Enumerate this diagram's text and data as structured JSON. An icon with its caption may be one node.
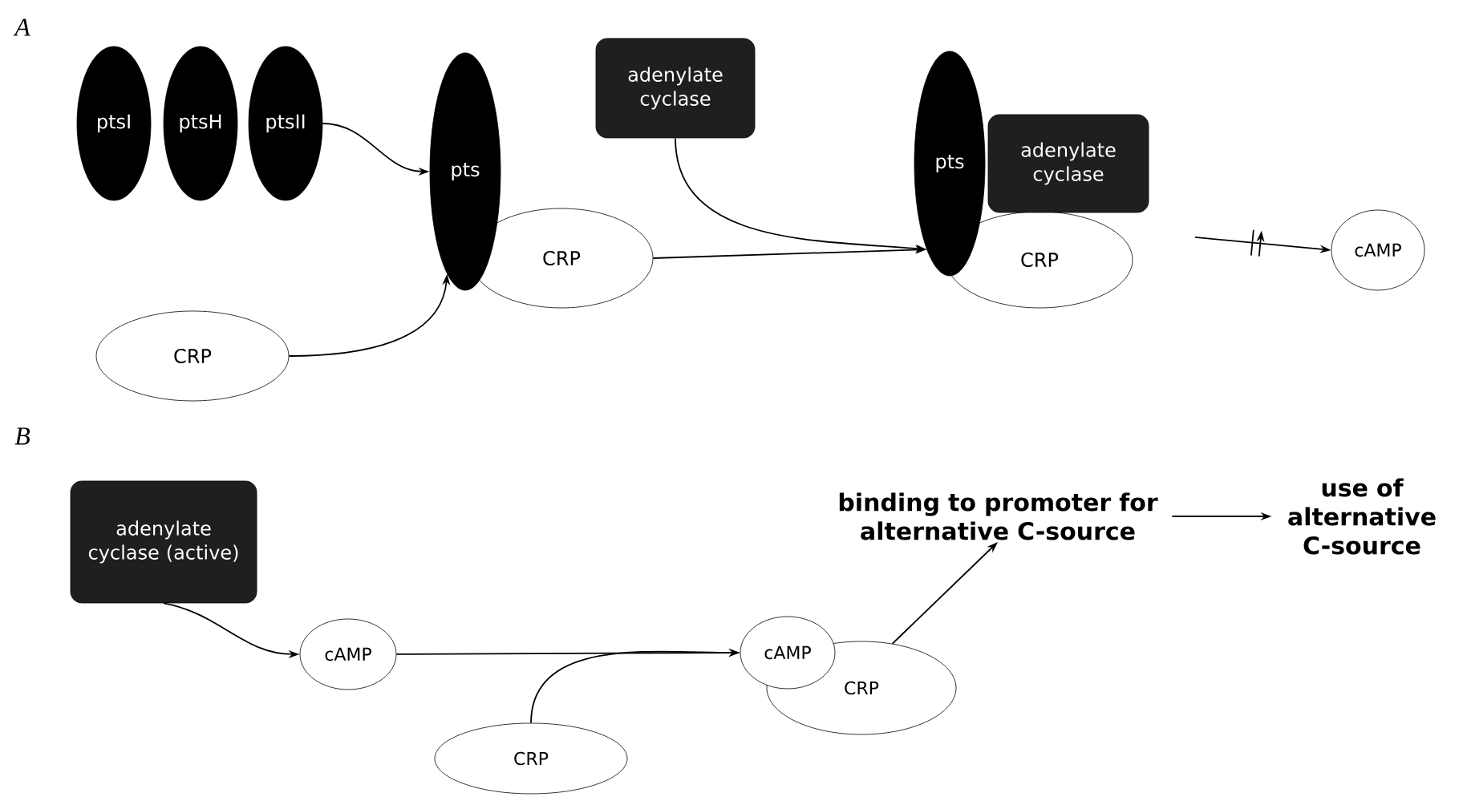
{
  "diagram": {
    "nodes": [
      {
        "text": [
          "ptsI"
        ]
      },
      {
        "text": [
          "ptsH"
        ]
      },
      {
        "text": [
          "ptsII"
        ]
      },
      {
        "text": [
          "pts"
        ]
      },
      {
        "text": [
          "CRP"
        ]
      },
      {
        "text": [
          "CRP"
        ]
      },
      {
        "text": [
          "adenylate cyclase"
        ]
      },
      {
        "text": [
          "pts"
        ]
      },
      {
        "text": [
          "adenylate cyclase"
        ]
      },
      {
        "text": [
          "CRP"
        ]
      },
      {
        "text": [
          "cAMP"
        ]
      },
      {
        "text": [
          "adenylate cyclase (active)"
        ]
      },
      {
        "text": [
          "cAMP"
        ]
      },
      {
        "text": [
          "cAMP"
        ]
      },
      {
        "text": [
          "CRP"
        ]
      },
      {
        "text": [
          "CRP"
        ]
      },
      {
        "text": [
          "binding to promoter for alternative C-source"
        ]
      },
      {
        "text": [
          "use of alternative C-source"
        ]
      }
    ],
    "edges": [
      {
        "from": 2,
        "to": 3,
        "arrow": "to"
      },
      {
        "from": 5,
        "to": 3,
        "arrow": "to"
      },
      {
        "from": 4,
        "to": 7,
        "arrow": "to"
      },
      {
        "from": 6,
        "to": 7,
        "arrow": "to"
      },
      {
        "from": null,
        "to": 10,
        "arrow": "to"
      },
      {
        "from": 11,
        "to": 12,
        "arrow": "to"
      },
      {
        "from": 12,
        "to": 13,
        "arrow": "to"
      },
      {
        "from": 15,
        "to": 13,
        "arrow": "to"
      },
      {
        "from": 14,
        "to": 16,
        "arrow": "to"
      },
      {
        "from": 16,
        "to": 17,
        "arrow": "to"
      }
    ],
    "labels": [
      "A",
      "B"
    ]
  }
}
